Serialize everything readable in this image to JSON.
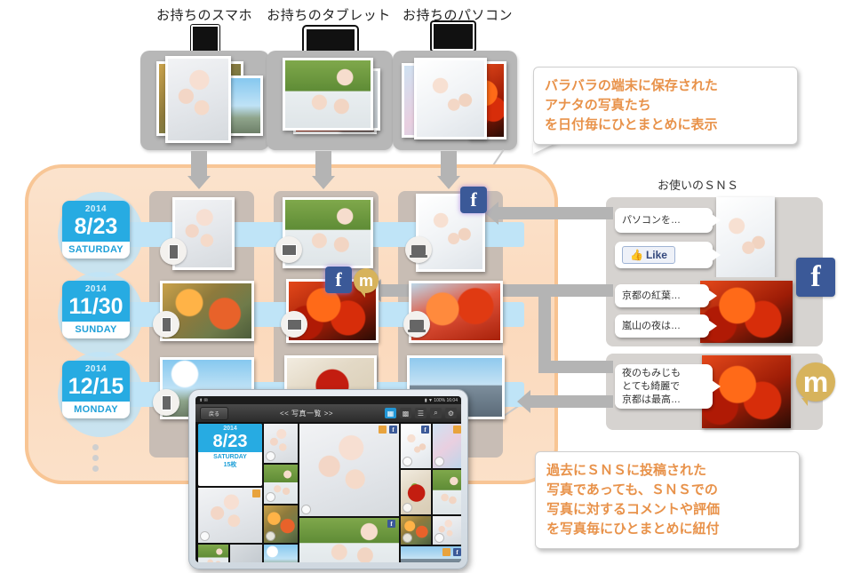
{
  "devices": [
    {
      "label": "お持ちのスマホ",
      "icon": "phone-icon"
    },
    {
      "label": "お持ちのタブレット",
      "icon": "tablet-icon"
    },
    {
      "label": "お持ちのパソコン",
      "icon": "laptop-icon"
    }
  ],
  "callouts": {
    "top": "バラバラの端末に保存された\nアナタの写真たち\nを日付毎にひとまとめに表示",
    "bottom": "過去にＳＮＳに投稿された\n写真であっても、ＳＮＳでの\n写真に対するコメントや評価\nを写真毎にひとまとめに紐付"
  },
  "dates": [
    {
      "year": "2014",
      "monthday": "8/23",
      "weekday": "SATURDAY"
    },
    {
      "year": "2014",
      "monthday": "11/30",
      "weekday": "SUNDAY"
    },
    {
      "year": "2014",
      "monthday": "12/15",
      "weekday": "MONDAY"
    }
  ],
  "sns": {
    "title": "お使いのＳＮＳ",
    "facebook_glyph": "f",
    "mixi_glyph": "m",
    "groups": [
      {
        "network": "facebook",
        "comments": [
          "パソコンを…"
        ],
        "like_label": "Like",
        "like_icon": "thumbs-up-icon"
      },
      {
        "network": "facebook",
        "comments": [
          "京都の紅葉…",
          "嵐山の夜は…"
        ]
      },
      {
        "network": "mixi",
        "comments": [
          "夜のもみじも\nとても綺麗で\n京都は最高…"
        ]
      }
    ]
  },
  "tablet": {
    "status_left": "⬆ ✉",
    "status_right": "▮ ▼ 100% 16:04",
    "back_label": "戻る",
    "title": "<< 写真一覧 >>",
    "tools": [
      "grid-view-icon",
      "thumb-view-icon",
      "list-view-icon",
      "search-icon",
      "settings-icon"
    ],
    "tool_glyphs": [
      "▦",
      "▩",
      "☰",
      "⌕",
      "⚙"
    ],
    "date": {
      "year": "2014",
      "monthday": "8/23",
      "weekday": "SATURDAY",
      "count": "15枚"
    }
  },
  "colors": {
    "accent_blue": "#27ABE2",
    "band_blue": "#BFE4F7",
    "orange_zone": "#FBDCC1",
    "callout_text": "#E8924A",
    "facebook": "#3B5998",
    "mixi": "#D7B35C",
    "arrow_gray": "#B4B4B4"
  }
}
